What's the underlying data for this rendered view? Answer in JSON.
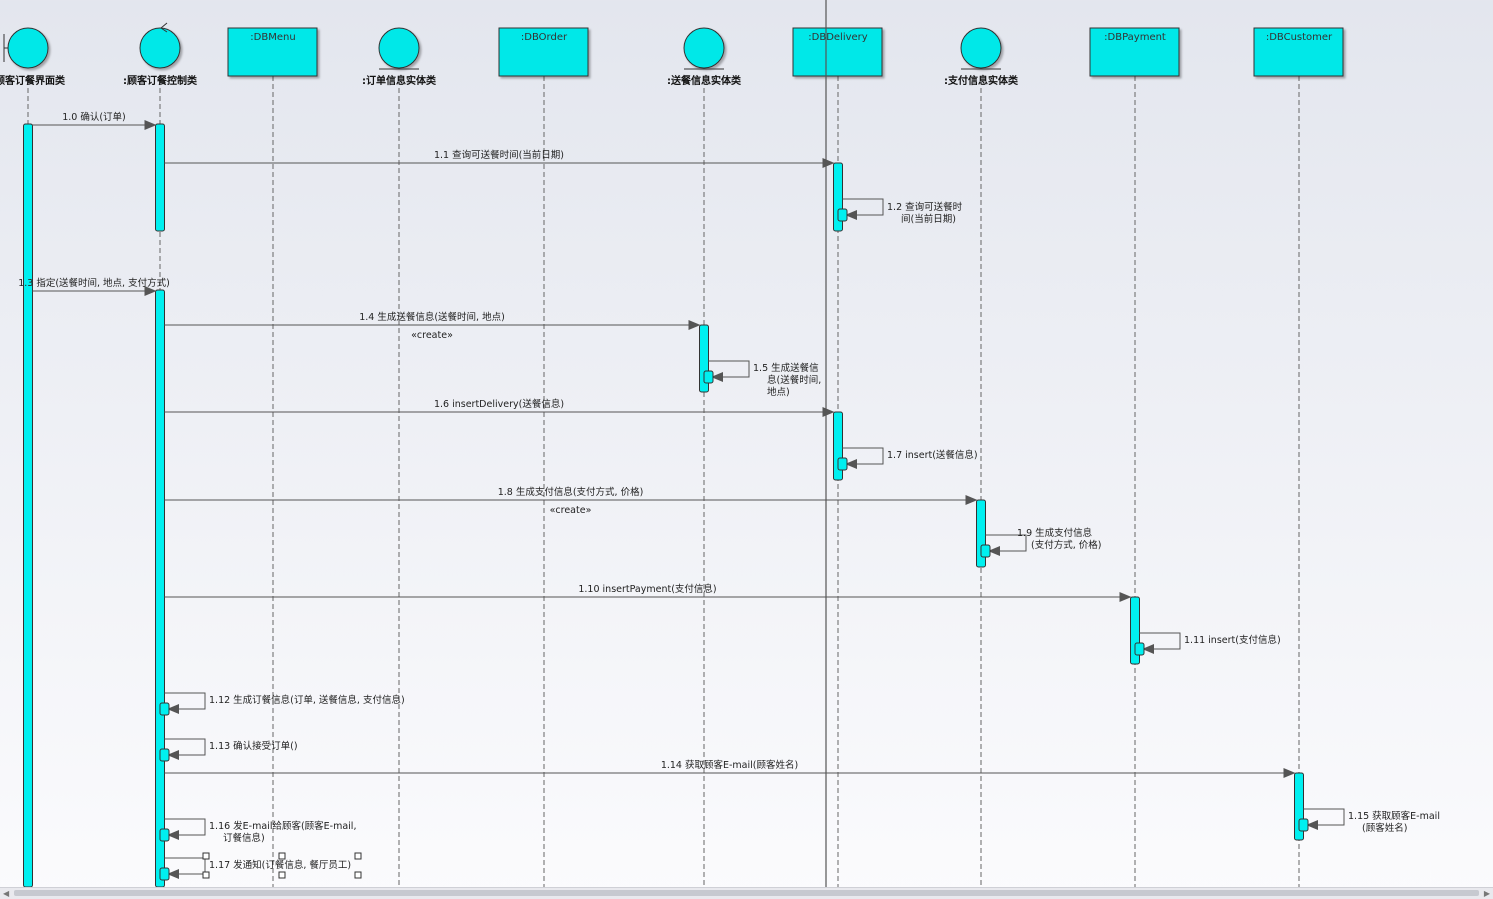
{
  "lifelines": [
    {
      "label": ":顾客订餐界面类",
      "kind": "boundary"
    },
    {
      "label": ":顾客订餐控制类",
      "kind": "control"
    },
    {
      "label": ":DBMenu",
      "kind": "class"
    },
    {
      "label": ":订单信息实体类",
      "kind": "entity"
    },
    {
      "label": ":DBOrder",
      "kind": "class"
    },
    {
      "label": ":送餐信息实体类",
      "kind": "entity"
    },
    {
      "label": ":DBDelivery",
      "kind": "class"
    },
    {
      "label": ":支付信息实体类",
      "kind": "entity"
    },
    {
      "label": ":DBPayment",
      "kind": "class"
    },
    {
      "label": ":DBCustomer",
      "kind": "class"
    }
  ],
  "messages": [
    {
      "label": "1.0 确认(订单)",
      "from": 0,
      "to": 1
    },
    {
      "label": "1.1 查询可送餐时间(当前日期)",
      "from": 1,
      "to": 6
    },
    {
      "label": "1.2 查询可送餐时间(当前日期)",
      "self": 6,
      "lines": [
        "1.2 查询可送餐时",
        "间(当前日期)"
      ]
    },
    {
      "label": "1.3 指定(送餐时间, 地点, 支付方式)",
      "from": 0,
      "to": 1
    },
    {
      "label": "1.4 生成送餐信息(送餐时间, 地点)",
      "from": 1,
      "to": 5,
      "stereotype": "«create»"
    },
    {
      "label": "1.5 生成送餐信息(送餐时间, 地点)",
      "self": 5,
      "lines": [
        "1.5 生成送餐信",
        "息(送餐时间,",
        "地点)"
      ]
    },
    {
      "label": "1.6 insertDelivery(送餐信息)",
      "from": 1,
      "to": 6
    },
    {
      "label": "1.7 insert(送餐信息)",
      "self": 6,
      "lines": [
        "1.7 insert(送餐信息)"
      ]
    },
    {
      "label": "1.8 生成支付信息(支付方式, 价格)",
      "from": 1,
      "to": 7,
      "stereotype": "«create»"
    },
    {
      "label": "1.9 生成支付信息(支付方式, 价格)",
      "self": 7,
      "lines": [
        "1.9 生成支付信息",
        "(支付方式, 价格)"
      ]
    },
    {
      "label": "1.10 insertPayment(支付信息)",
      "from": 1,
      "to": 8
    },
    {
      "label": "1.11 insert(支付信息)",
      "self": 8,
      "lines": [
        "1.11 insert(支付信息)"
      ]
    },
    {
      "label": "1.12 生成订餐信息(订单, 送餐信息, 支付信息)",
      "self": 1,
      "lines": [
        "1.12 生成订餐信息(订单, 送餐信息, 支付信息)"
      ]
    },
    {
      "label": "1.13 确认接受订单()",
      "self": 1,
      "lines": [
        "1.13 确认接受订单()"
      ]
    },
    {
      "label": "1.14 获取顾客E-mail(顾客姓名)",
      "from": 1,
      "to": 9
    },
    {
      "label": "1.15 获取顾客E-mail(顾客姓名)",
      "self": 9,
      "lines": [
        "1.15 获取顾客E-mail",
        "(顾客姓名)"
      ]
    },
    {
      "label": "1.16 发E-mail给顾客(顾客E-mail, 订餐信息)",
      "self": 1,
      "lines": [
        "1.16 发E-mail给顾客(顾客E-mail,",
        "订餐信息)"
      ]
    },
    {
      "label": "1.17 发通知(订餐信息, 餐厅员工)",
      "self": 1,
      "lines": [
        "1.17 发通知(订餐信息, 餐厅员工)"
      ]
    }
  ],
  "colors": {
    "object_fill": "#00e8e8",
    "activation_fill": "#00f0f0",
    "line": "#4a4a4a",
    "background": "#e8eaf0"
  }
}
